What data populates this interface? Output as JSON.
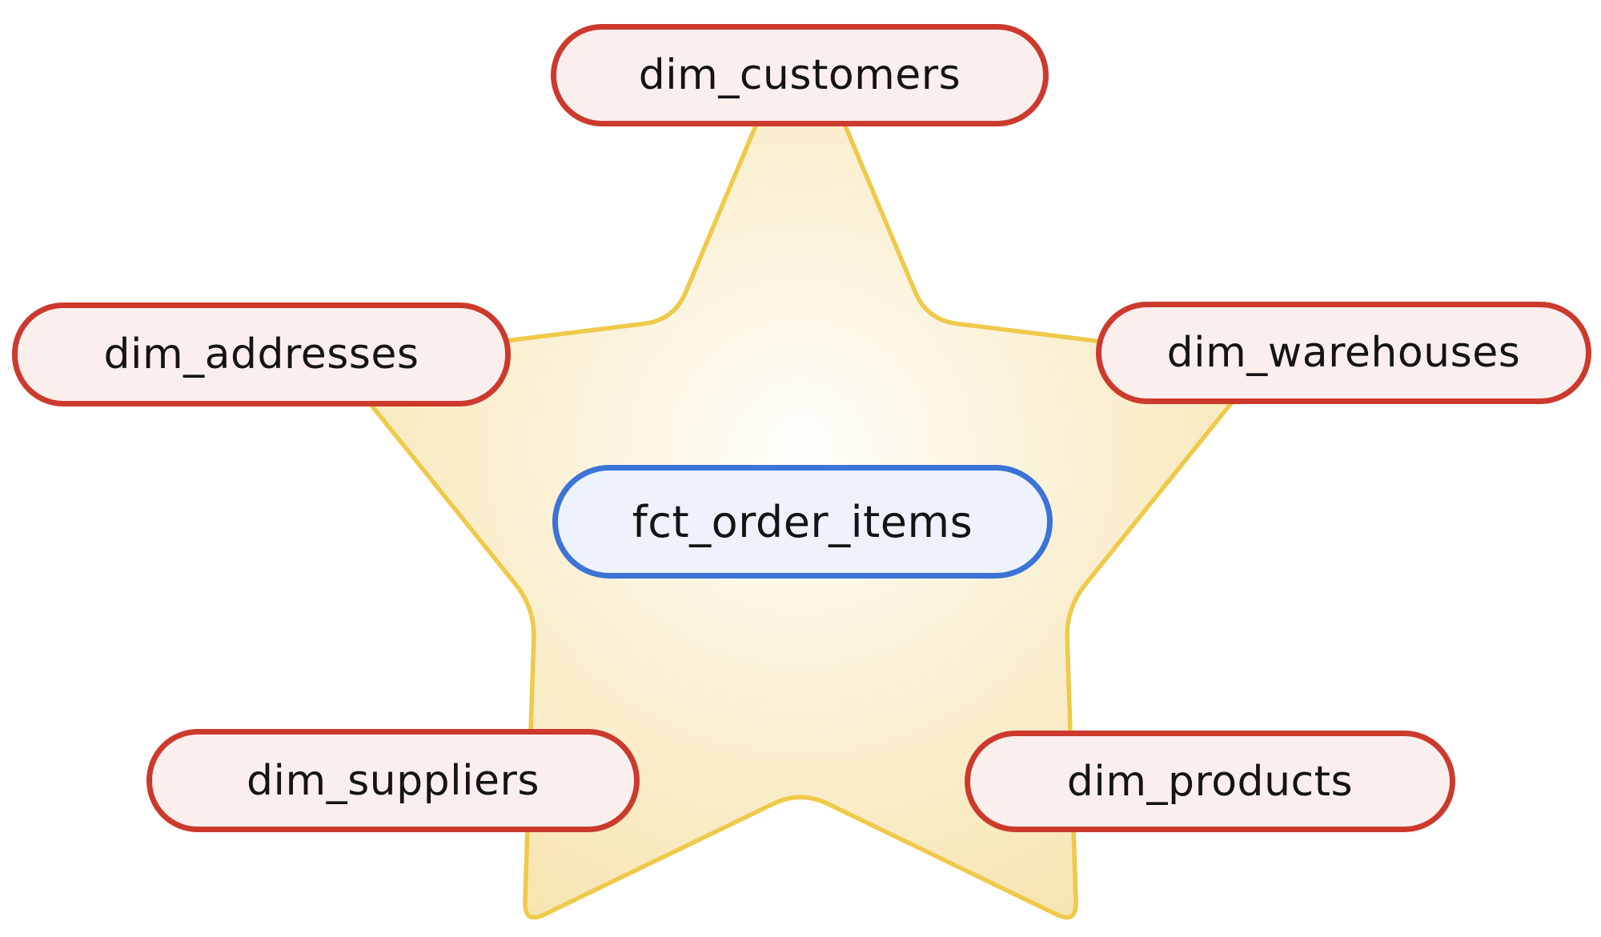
{
  "diagram": {
    "fact_table": {
      "label": "fct_order_items",
      "border_color": "#3b74d6",
      "fill_color": "#edf2fc"
    },
    "dimension_tables": [
      {
        "label": "dim_customers",
        "position": "top"
      },
      {
        "label": "dim_addresses",
        "position": "left"
      },
      {
        "label": "dim_warehouses",
        "position": "right"
      },
      {
        "label": "dim_suppliers",
        "position": "bottom-left"
      },
      {
        "label": "dim_products",
        "position": "bottom-right"
      }
    ],
    "dimension_style": {
      "border_color": "#cc3a2d",
      "fill_color": "#fbefee"
    },
    "star": {
      "shape": "five-point-star",
      "stroke_color": "#efc94a",
      "fill_center": "#fffefb",
      "fill_mid": "#fbf2d9",
      "fill_edge": "#f6e3ae"
    },
    "text_color": "#141414",
    "background_color": "#ffffff"
  }
}
